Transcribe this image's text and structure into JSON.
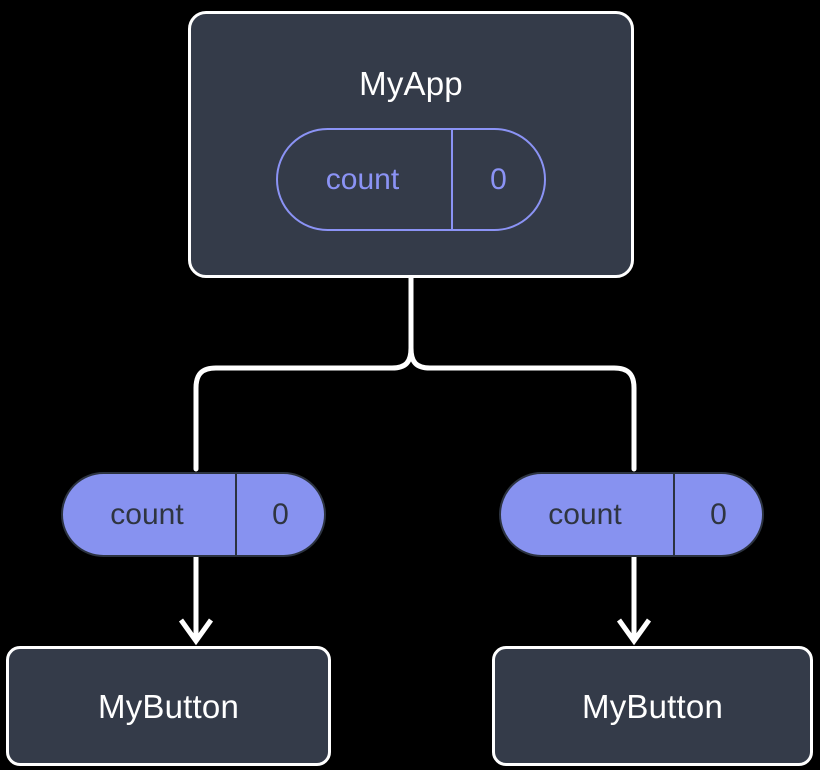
{
  "diagram": {
    "type": "component-state-tree",
    "background_color": "#000000",
    "node_fill": "#343b49",
    "node_border": "#ffffff",
    "pill_accent": "#8792f0",
    "pill_outline_color": "#8b93f5",
    "pill_text_dark": "#2f3540",
    "edge_color": "#ffffff",
    "title_color": "#ffffff"
  },
  "root": {
    "title": "MyApp",
    "state": {
      "key": "count",
      "value": "0"
    }
  },
  "children": [
    {
      "prop": {
        "key": "count",
        "value": "0"
      },
      "title": "MyButton"
    },
    {
      "prop": {
        "key": "count",
        "value": "0"
      },
      "title": "MyButton"
    }
  ],
  "edges": {
    "root_to_branch_label": "",
    "arrow_style": "open-chevron",
    "connector_style": "rounded-orthogonal"
  }
}
